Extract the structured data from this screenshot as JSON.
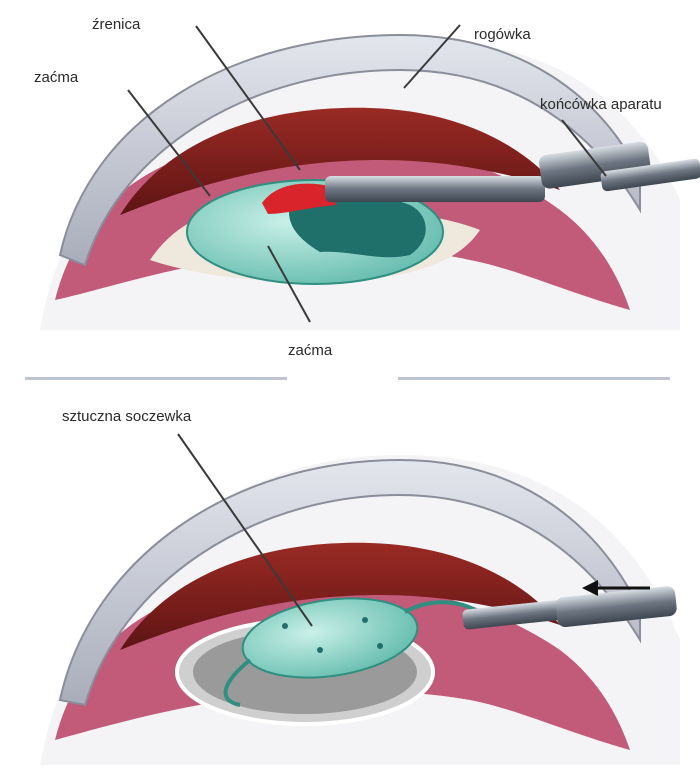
{
  "top_panel": {
    "labels": {
      "pupil": "źrenica",
      "cornea": "rogówka",
      "cataract_left": "zaćma",
      "device_tip": "końcówka aparatu",
      "cataract_bottom": "zaćma"
    }
  },
  "bottom_panel": {
    "labels": {
      "artificial_lens": "sztuczna soczewka"
    }
  },
  "colors": {
    "cornea": "#c9ccd6",
    "iris": "#7a1a1a",
    "tissue": "#c25a7a",
    "lens": "#8fd6c8",
    "instrument": "#5b6470",
    "device_red": "#d8242a"
  }
}
